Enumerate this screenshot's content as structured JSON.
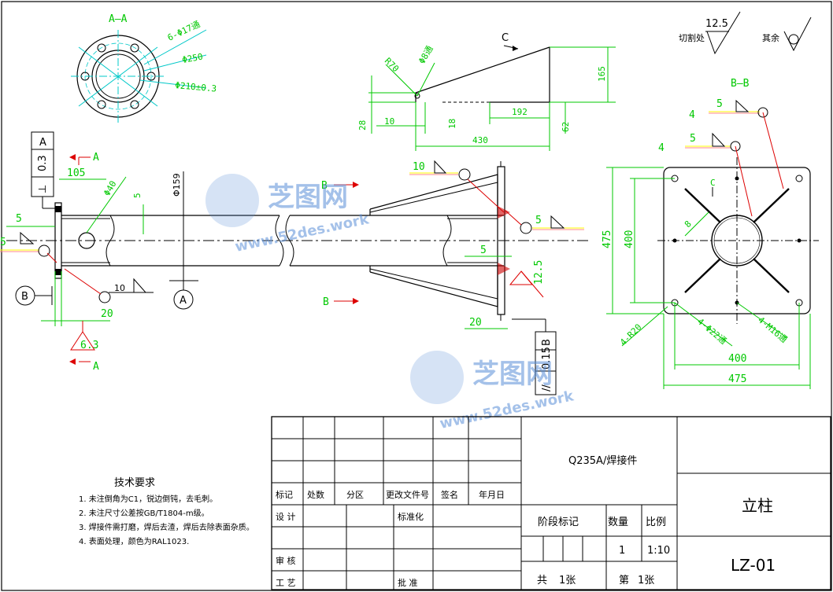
{
  "views": {
    "section_aa": {
      "title": "A–A",
      "holes": "6-Φ17通",
      "dia1": "Φ250",
      "dia2": "Φ210±0.3"
    },
    "top_detail": {
      "arrow": "C",
      "r": "R70",
      "hole": "Φ8通",
      "d1": "28",
      "d2": "10",
      "d3": "18",
      "d4": "192",
      "d5": "62",
      "d6": "430",
      "d7": "165"
    },
    "roughness": {
      "value": "12.5",
      "cut_label": "切割处",
      "rest_label": "其余"
    },
    "section_bb": {
      "title": "B–B",
      "w1": "4",
      "w2": "5",
      "w3": "4",
      "w4": "5",
      "c_label": "C",
      "h1": "475",
      "h2": "400",
      "angle": "8",
      "r_note": "4-R20",
      "holes": "4-Φ22通",
      "thread": "4-M16通",
      "b1": "400",
      "b2": "475"
    },
    "main_view": {
      "tol_val": "0.3",
      "tol_ref": "A",
      "tol_sym": "⊥",
      "sec_a": "A",
      "d105": "105",
      "phi40": "Φ40",
      "d5a": "5",
      "phi159": "Φ159",
      "sec_b": "B",
      "d5b": "5",
      "d5c": "5",
      "weld10": "10",
      "weld5": "5",
      "d20a": "20",
      "weld10b": "10",
      "circle_b": "B",
      "circle_a": "A",
      "rough": "6.3",
      "sec_a2": "A",
      "sec_b2": "B",
      "d5d": "5",
      "d12_5": "12.5",
      "d20b": "20",
      "tol2_val": "0.15",
      "tol2_ref": "B",
      "tol2_sym": "//",
      "weld5b": "5"
    }
  },
  "watermark": {
    "name": "芝图网",
    "url": "www.52des.work"
  },
  "notes": {
    "title": "技术要求",
    "items": [
      "1. 未注倒角为C1，锐边倒钝，去毛刺。",
      "2. 未注尺寸公差按GB/T1804-m级。",
      "3. 焊接件需打磨，焊后去渣，焊后去除表面杂质。",
      "4. 表面处理，颜色为RAL1023."
    ]
  },
  "title_block": {
    "material": "Q235A/焊接件",
    "part_name": "立柱",
    "drawing_no": "LZ-01",
    "row_labels": {
      "mark": "标记",
      "qty": "处数",
      "zone": "分区",
      "doc": "更改文件号",
      "sign": "签名",
      "date": "年月日"
    },
    "design": "设 计",
    "standard": "标准化",
    "check": "审 核",
    "process": "工 艺",
    "approve": "批 准",
    "stage": "阶段标记",
    "weight": "数量",
    "scale_label": "比例",
    "count": "1",
    "scale": "1:10",
    "total": "共",
    "total_sheets": "1张",
    "sheet_no": "第",
    "sheet_no_val": "1张"
  }
}
